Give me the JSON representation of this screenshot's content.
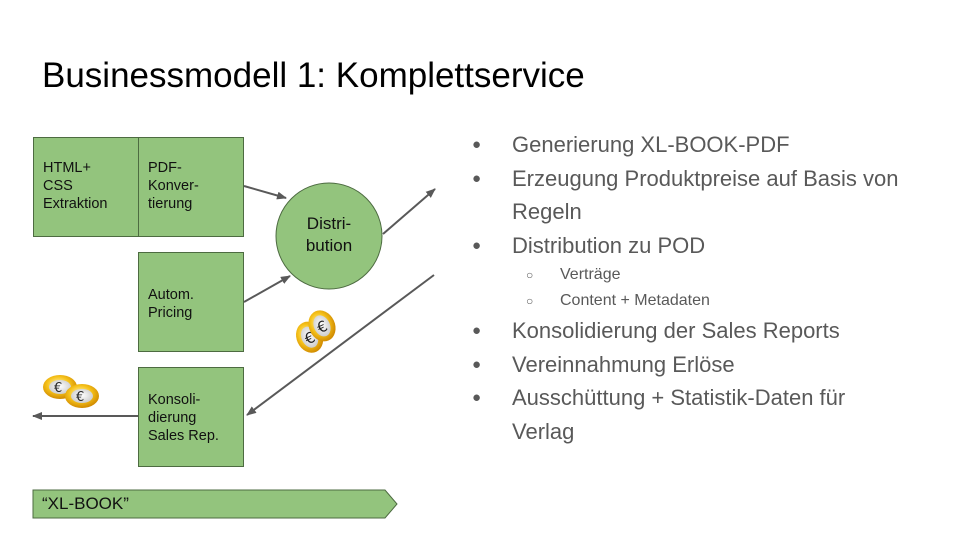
{
  "slide": {
    "title": "Businessmodell 1: Komplettservice",
    "colors": {
      "box_fill": "#93c47d",
      "box_border": "#4d6b41",
      "arrow": "#595959",
      "text": "#595959"
    }
  },
  "diagram": {
    "boxes": {
      "extraction": [
        "HTML+",
        "CSS",
        "Extraktion"
      ],
      "conversion": [
        "PDF-",
        "Konver-",
        "tierung"
      ],
      "pricing": [
        "Autom.",
        "Pricing"
      ],
      "consolidation": [
        "Konsoli-",
        "dierung",
        "Sales Rep."
      ]
    },
    "distribution": [
      "Distri-",
      "bution"
    ],
    "banner": "“XL-BOOK”",
    "icons": [
      "euro-coins-icon",
      "euro-coins-icon"
    ]
  },
  "bullets": [
    {
      "level": 1,
      "text": "Generierung XL-BOOK-PDF"
    },
    {
      "level": 1,
      "text": "Erzeugung Produktpreise auf Basis von Regeln"
    },
    {
      "level": 1,
      "text": "Distribution zu POD"
    },
    {
      "level": 2,
      "text": "Verträge"
    },
    {
      "level": 2,
      "text": "Content + Metadaten"
    },
    {
      "level": 1,
      "text": "Konsolidierung der Sales Reports"
    },
    {
      "level": 1,
      "text": "Vereinnahmung Erlöse"
    },
    {
      "level": 1,
      "text": "Ausschüttung + Statistik-Daten für Verlag"
    }
  ]
}
